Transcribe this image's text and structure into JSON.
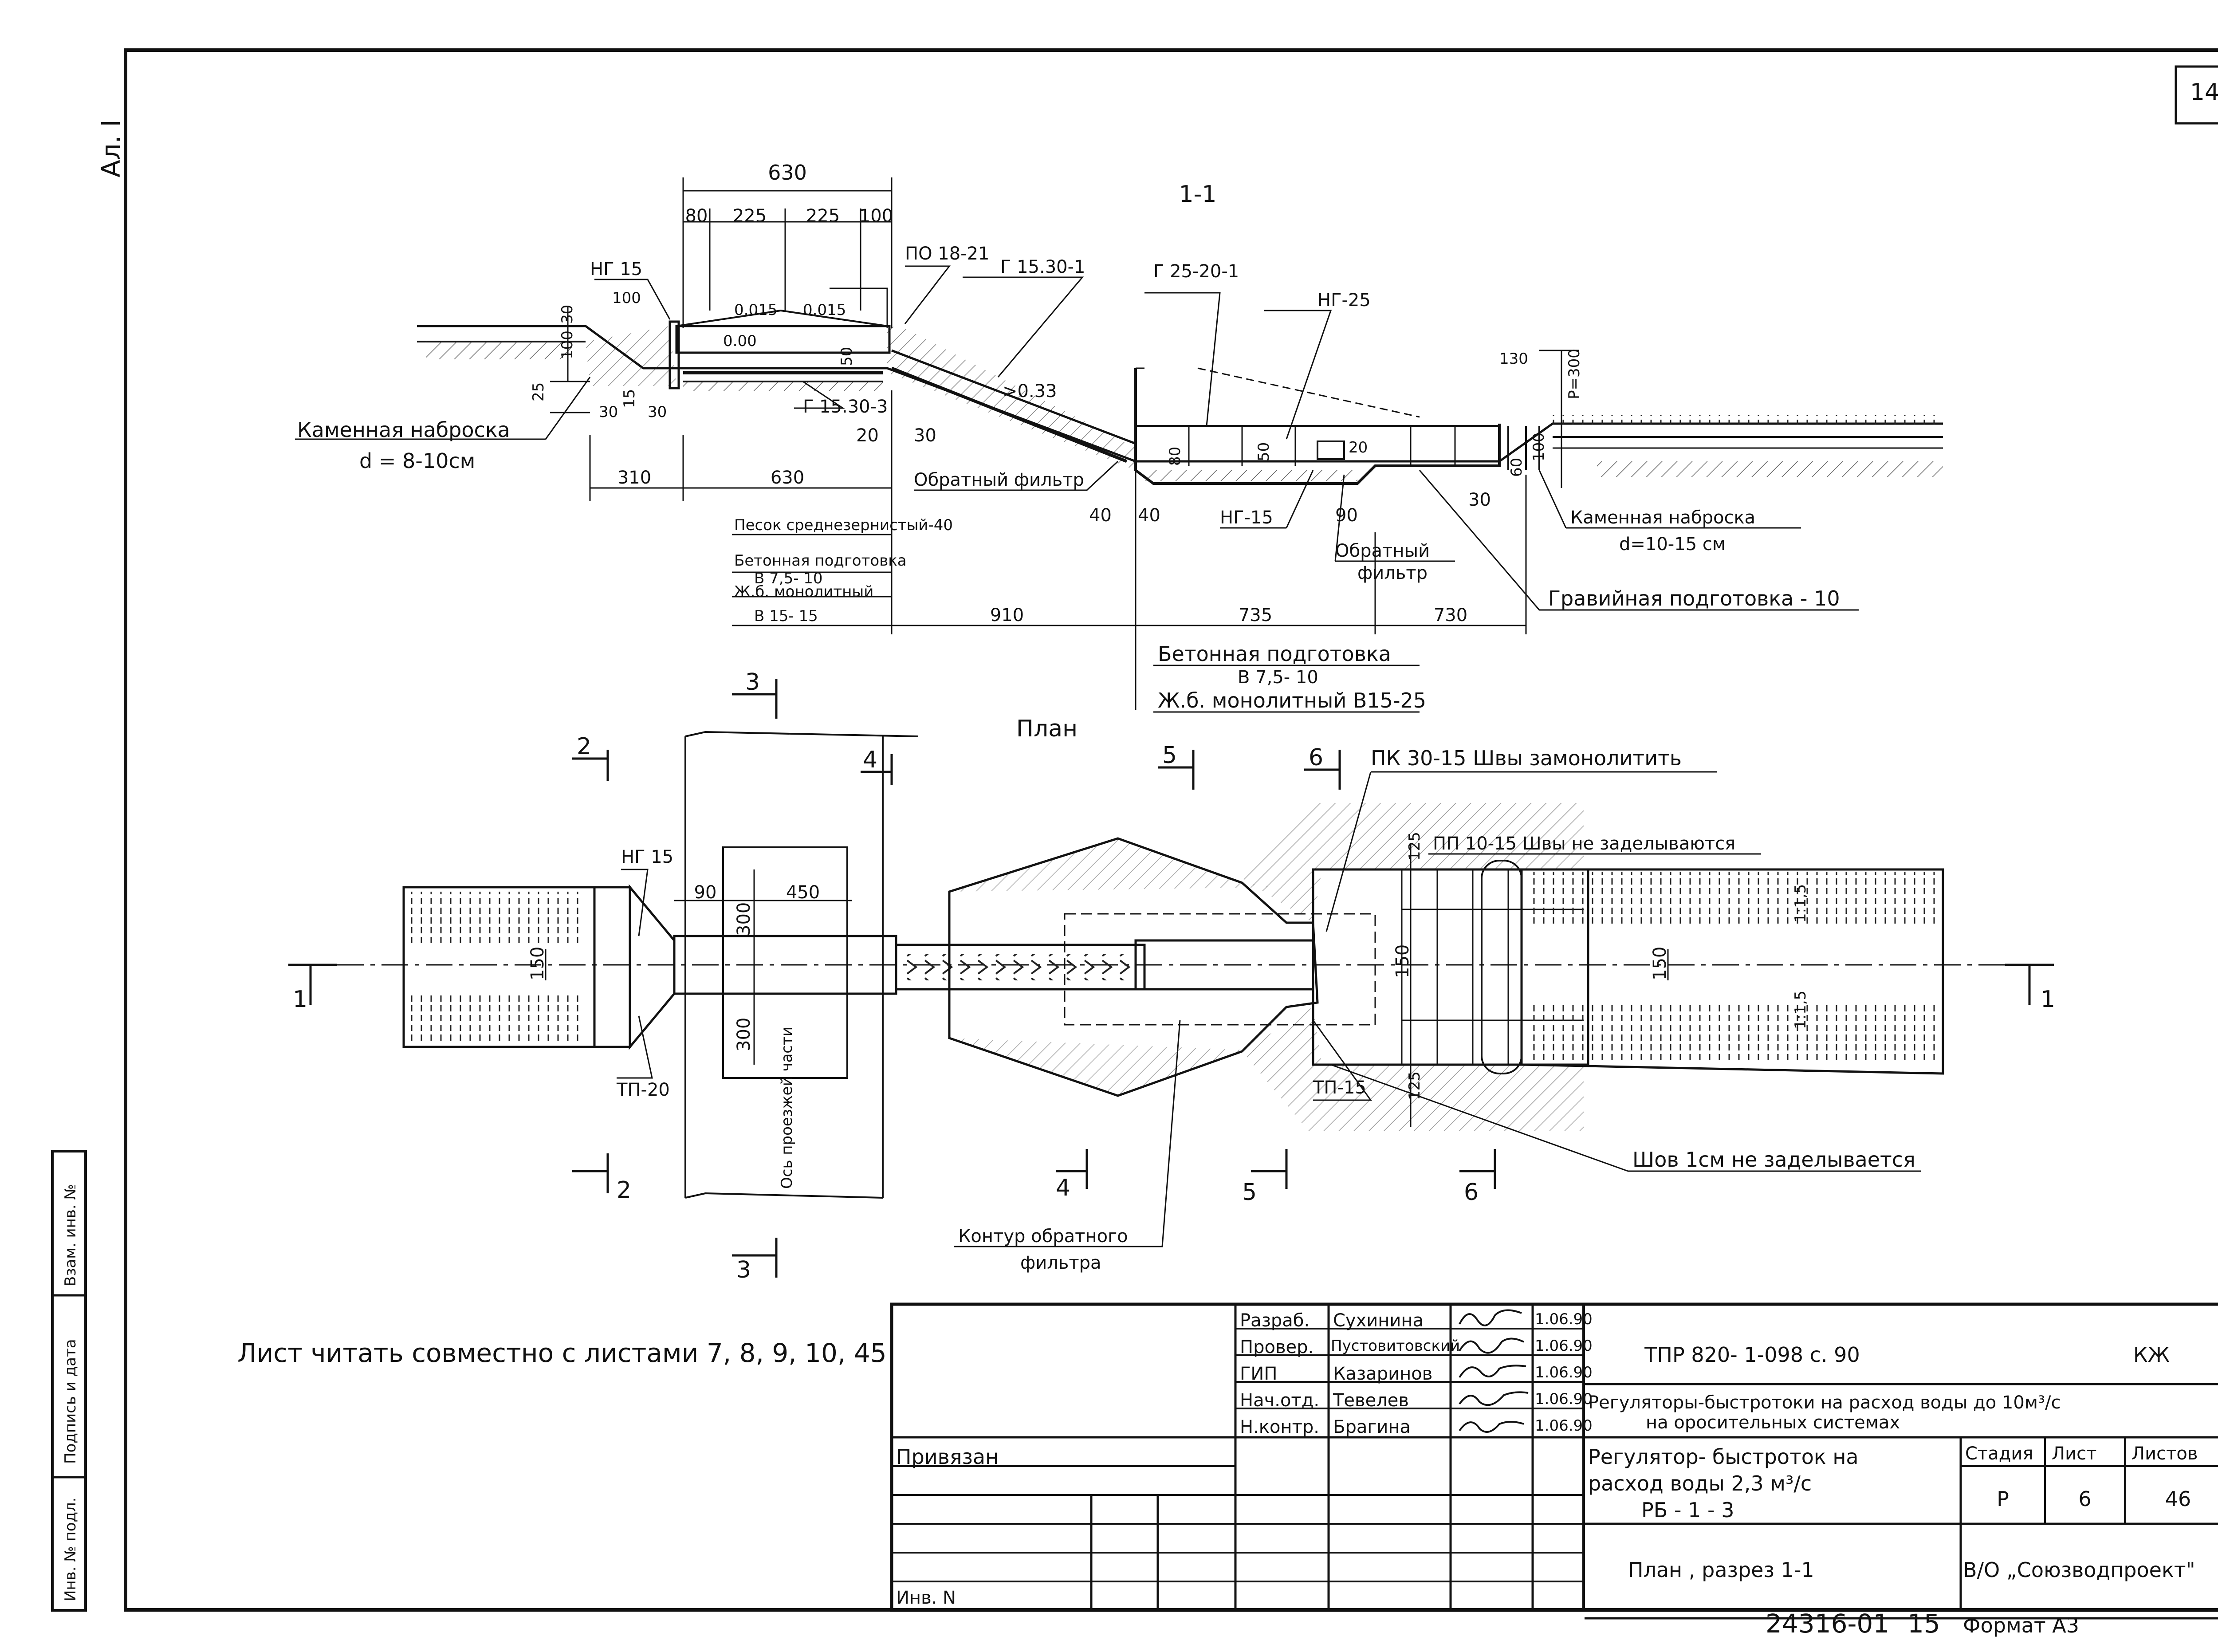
{
  "sheet": {
    "number": "14",
    "corner_mark": "Ал. I"
  },
  "section": {
    "title": "1-1",
    "dims": {
      "d630": "630",
      "d80": "80",
      "d225a": "225",
      "d225b": "225",
      "d100": "100",
      "d310": "310",
      "d630b": "630",
      "d910": "910",
      "d735": "735",
      "d730": "730",
      "d30a": "30",
      "d100b": "100",
      "d25": "25",
      "d15": "15",
      "d30b": "30",
      "d30c": "30",
      "d50": "50",
      "d20": "20",
      "d30d": "30",
      "d40a": "40",
      "d40b": "40",
      "d80b": "80",
      "d50b": "50",
      "d20b": "20",
      "d90": "90",
      "d30e": "30",
      "d100c": "100",
      "d60": "60",
      "d130": "130",
      "d300": "P=300",
      "s015a": "0.015",
      "s015b": "0.015",
      "s000": "0.00",
      "s033": ">0.33",
      "d100d": "100"
    },
    "labels": {
      "ng15": "НГ 15",
      "po1821": "ПО 18-21",
      "g1530_1": "Г 15.30-1",
      "g25201": "Г 25-20-1",
      "ng25": "НГ-25",
      "g1530_3": "Г 15.30-3",
      "stone1": "Каменная наброска",
      "stone1_d": "d = 8-10см",
      "sand": "Песок среднезернистый-40",
      "concrete_prep": "Бетонная подготовка",
      "b75_10": "В 7,5- 10",
      "rc_mono": "Ж.б. монолитный",
      "b15_15": "В 15- 15",
      "rev_filter": "Обратный фильтр",
      "ng15b": "НГ-15",
      "rev_filter2": "Обратный",
      "rev_filter2b": "фильтр",
      "stone2": "Каменная наброска",
      "stone2_d": "d=10-15 см",
      "gravel": "Гравийная подготовка - 10",
      "concrete_prep2": "Бетонная подготовка",
      "b75_10b": "В 7,5- 10",
      "rc_mono2": "Ж.б. монолитный В15-25"
    }
  },
  "plan": {
    "title": "План",
    "cuts": {
      "c1": "1",
      "c2": "2",
      "c3": "3",
      "c4": "4",
      "c5": "5",
      "c6": "6"
    },
    "dims": {
      "p90": "90",
      "p450": "450",
      "p300a": "300",
      "p300b": "300",
      "p150a": "150",
      "p150b": "150",
      "p150c": "150",
      "p125a": "125",
      "p125b": "125",
      "p15a": "1:1,5",
      "p15b": "1:1,5"
    },
    "labels": {
      "ng15": "НГ 15",
      "tp20": "ТП-20",
      "road_axis": "Ось проезжей части",
      "pk3015": "ПК 30-15 Швы замонолитить",
      "pp1015": "ПП 10-15 Швы не заделываются",
      "tp15": "ТП-15",
      "seam": "Шов 1см  не заделывается",
      "contour1": "Контур обратного",
      "contour2": "фильтра"
    }
  },
  "note": "Лист читать совместно с листами 7, 8, 9, 10, 45",
  "stamp": {
    "rows": [
      {
        "role": "Разраб.",
        "name": "Сухинина",
        "date": "1.06.90"
      },
      {
        "role": "Провер.",
        "name": "Пустовитовский",
        "date": "1.06.90"
      },
      {
        "role": "ГИП",
        "name": "Казаринов",
        "date": "1.06.90"
      },
      {
        "role": "Нач.отд.",
        "name": "Тевелев",
        "date": "1.06.90"
      },
      {
        "role": "Н.контр.",
        "name": "Брагина",
        "date": "1.06.90"
      }
    ],
    "code": "ТПР  820-  1-098 с. 90",
    "mark": "КЖ",
    "project_title": "Регуляторы-быстротоки на расход воды до 10м³/с",
    "project_title2": "на оросительных системах",
    "object1": "Регулятор- быстроток  на",
    "object2": "расход воды  2,3 м³/с",
    "object3": "РБ - 1 - 3",
    "drawing": "План ,  разрез 1-1",
    "stage_h": "Стадия",
    "sheet_h": "Лист",
    "sheets_h": "Листов",
    "stage": "Р",
    "sheet": "6",
    "sheets": "46",
    "org": "В/О „Союзводпроект\"",
    "tied": "Привязан",
    "inv": "Инв. N"
  },
  "side_stamp": {
    "vzam": "Взам. инв. №",
    "podpis": "Подпись и дата",
    "inv": "Инв. № подл."
  },
  "footer": {
    "archive": "24316-01",
    "page": "15",
    "format": "Формат  А3"
  }
}
